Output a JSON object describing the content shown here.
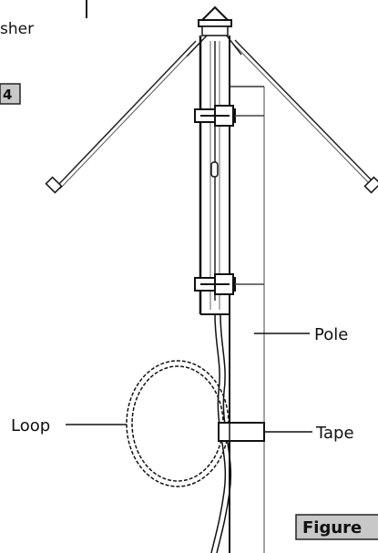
{
  "labels": {
    "washer_fragment": "sher",
    "figure_fragment_top": "4",
    "pole": "Pole",
    "loop": "Loop",
    "tape": "Tape",
    "figure_fragment_bottom": "Figure"
  }
}
